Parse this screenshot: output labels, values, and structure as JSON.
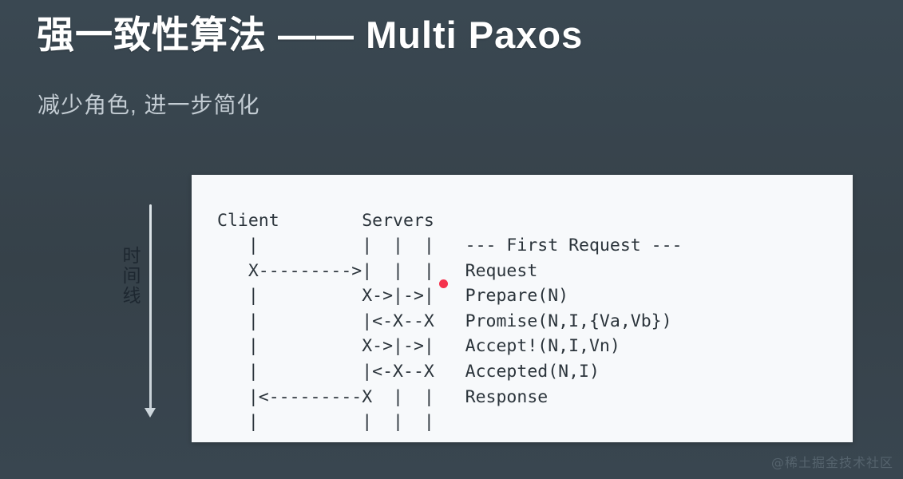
{
  "slide": {
    "background_color": "#36444e",
    "title": "强一致性算法 —— Multi Paxos",
    "subtitle": "减少角色, 进一步简化"
  },
  "timeline": {
    "label": "时间线",
    "arrow_direction": "down",
    "color": "#cdd6dc"
  },
  "panel": {
    "background_color": "#f7f9fb",
    "marker_color": "#f5334d",
    "ascii_lines": [
      "Client        Servers",
      "   |          |  |  |   --- First Request ---",
      "   X--------->|  |  |   Request",
      "   |          X->|->|   Prepare(N)",
      "   |          |<-X--X   Promise(N,I,{Va,Vb})",
      "   |          X->|->|   Accept!(N,I,Vn)",
      "   |          |<-X--X   Accepted(N,I)",
      "   |<---------X  |  |   Response",
      "   |          |  |  |"
    ],
    "actors": [
      "Client",
      "Servers"
    ],
    "messages": [
      "--- First Request ---",
      "Request",
      "Prepare(N)",
      "Promise(N,I,{Va,Vb})",
      "Accept!(N,I,Vn)",
      "Accepted(N,I)",
      "Response"
    ]
  },
  "watermark": {
    "text": "@稀土掘金技术社区"
  }
}
